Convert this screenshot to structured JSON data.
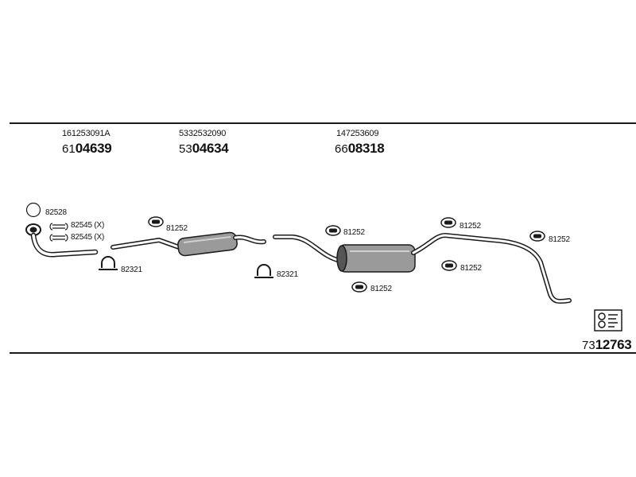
{
  "colors": {
    "line": "#1a1a1a",
    "part_fill": "#9a9a9a",
    "part_dark": "#555555"
  },
  "sections": [
    {
      "oem": "161253091A",
      "prefix": "61",
      "number": "04639"
    },
    {
      "oem": "5332532090",
      "prefix": "53",
      "number": "04634"
    },
    {
      "oem": "147253609",
      "prefix": "66",
      "number": "08318"
    }
  ],
  "labels": {
    "gasket_ring": "82528",
    "clamp_a": "82545 (X)",
    "clamp_b": "82545 (X)",
    "u_clamp_1": "82321",
    "u_clamp_2": "82321",
    "hanger_1": "81252",
    "hanger_2": "81252",
    "hanger_3": "81252",
    "hanger_4": "81252",
    "hanger_5": "81252",
    "hanger_6": "81252"
  },
  "kit": {
    "prefix": "73",
    "number": "12763",
    "icon": "mounting-kit-icon"
  }
}
